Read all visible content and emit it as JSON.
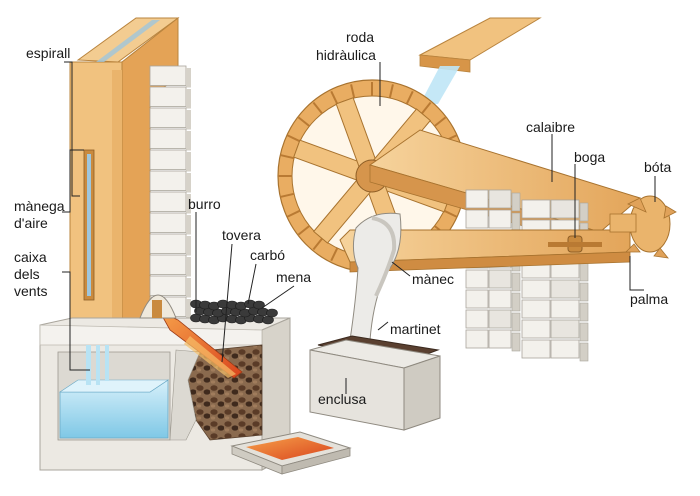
{
  "labels": {
    "espirall": "espirall",
    "manega_line1": "mànega",
    "manega_line2": "d'aire",
    "caixa_line1": "caixa",
    "caixa_line2": "dels",
    "caixa_line3": "vents",
    "burro": "burro",
    "tovera": "tovera",
    "carbo": "carbó",
    "mena": "mena",
    "roda_line1": "roda",
    "roda_line2": "hidràulica",
    "calaibre": "calaibre",
    "boga": "boga",
    "bota": "bóta",
    "manec": "mànec",
    "palma": "palma",
    "martinet": "martinet",
    "enclusa": "enclusa"
  },
  "colors": {
    "wood_light": "#f3c98c",
    "wood_mid": "#e7ad62",
    "wood_dark": "#c98a3e",
    "stone": "#f1efe9",
    "stone_shade": "#d6d3cb",
    "concrete": "#e9e7e2",
    "water": "#a9dcf0",
    "ember": "#e8612a",
    "ore": "#6b4a34",
    "coal": "#2f2f2f"
  }
}
